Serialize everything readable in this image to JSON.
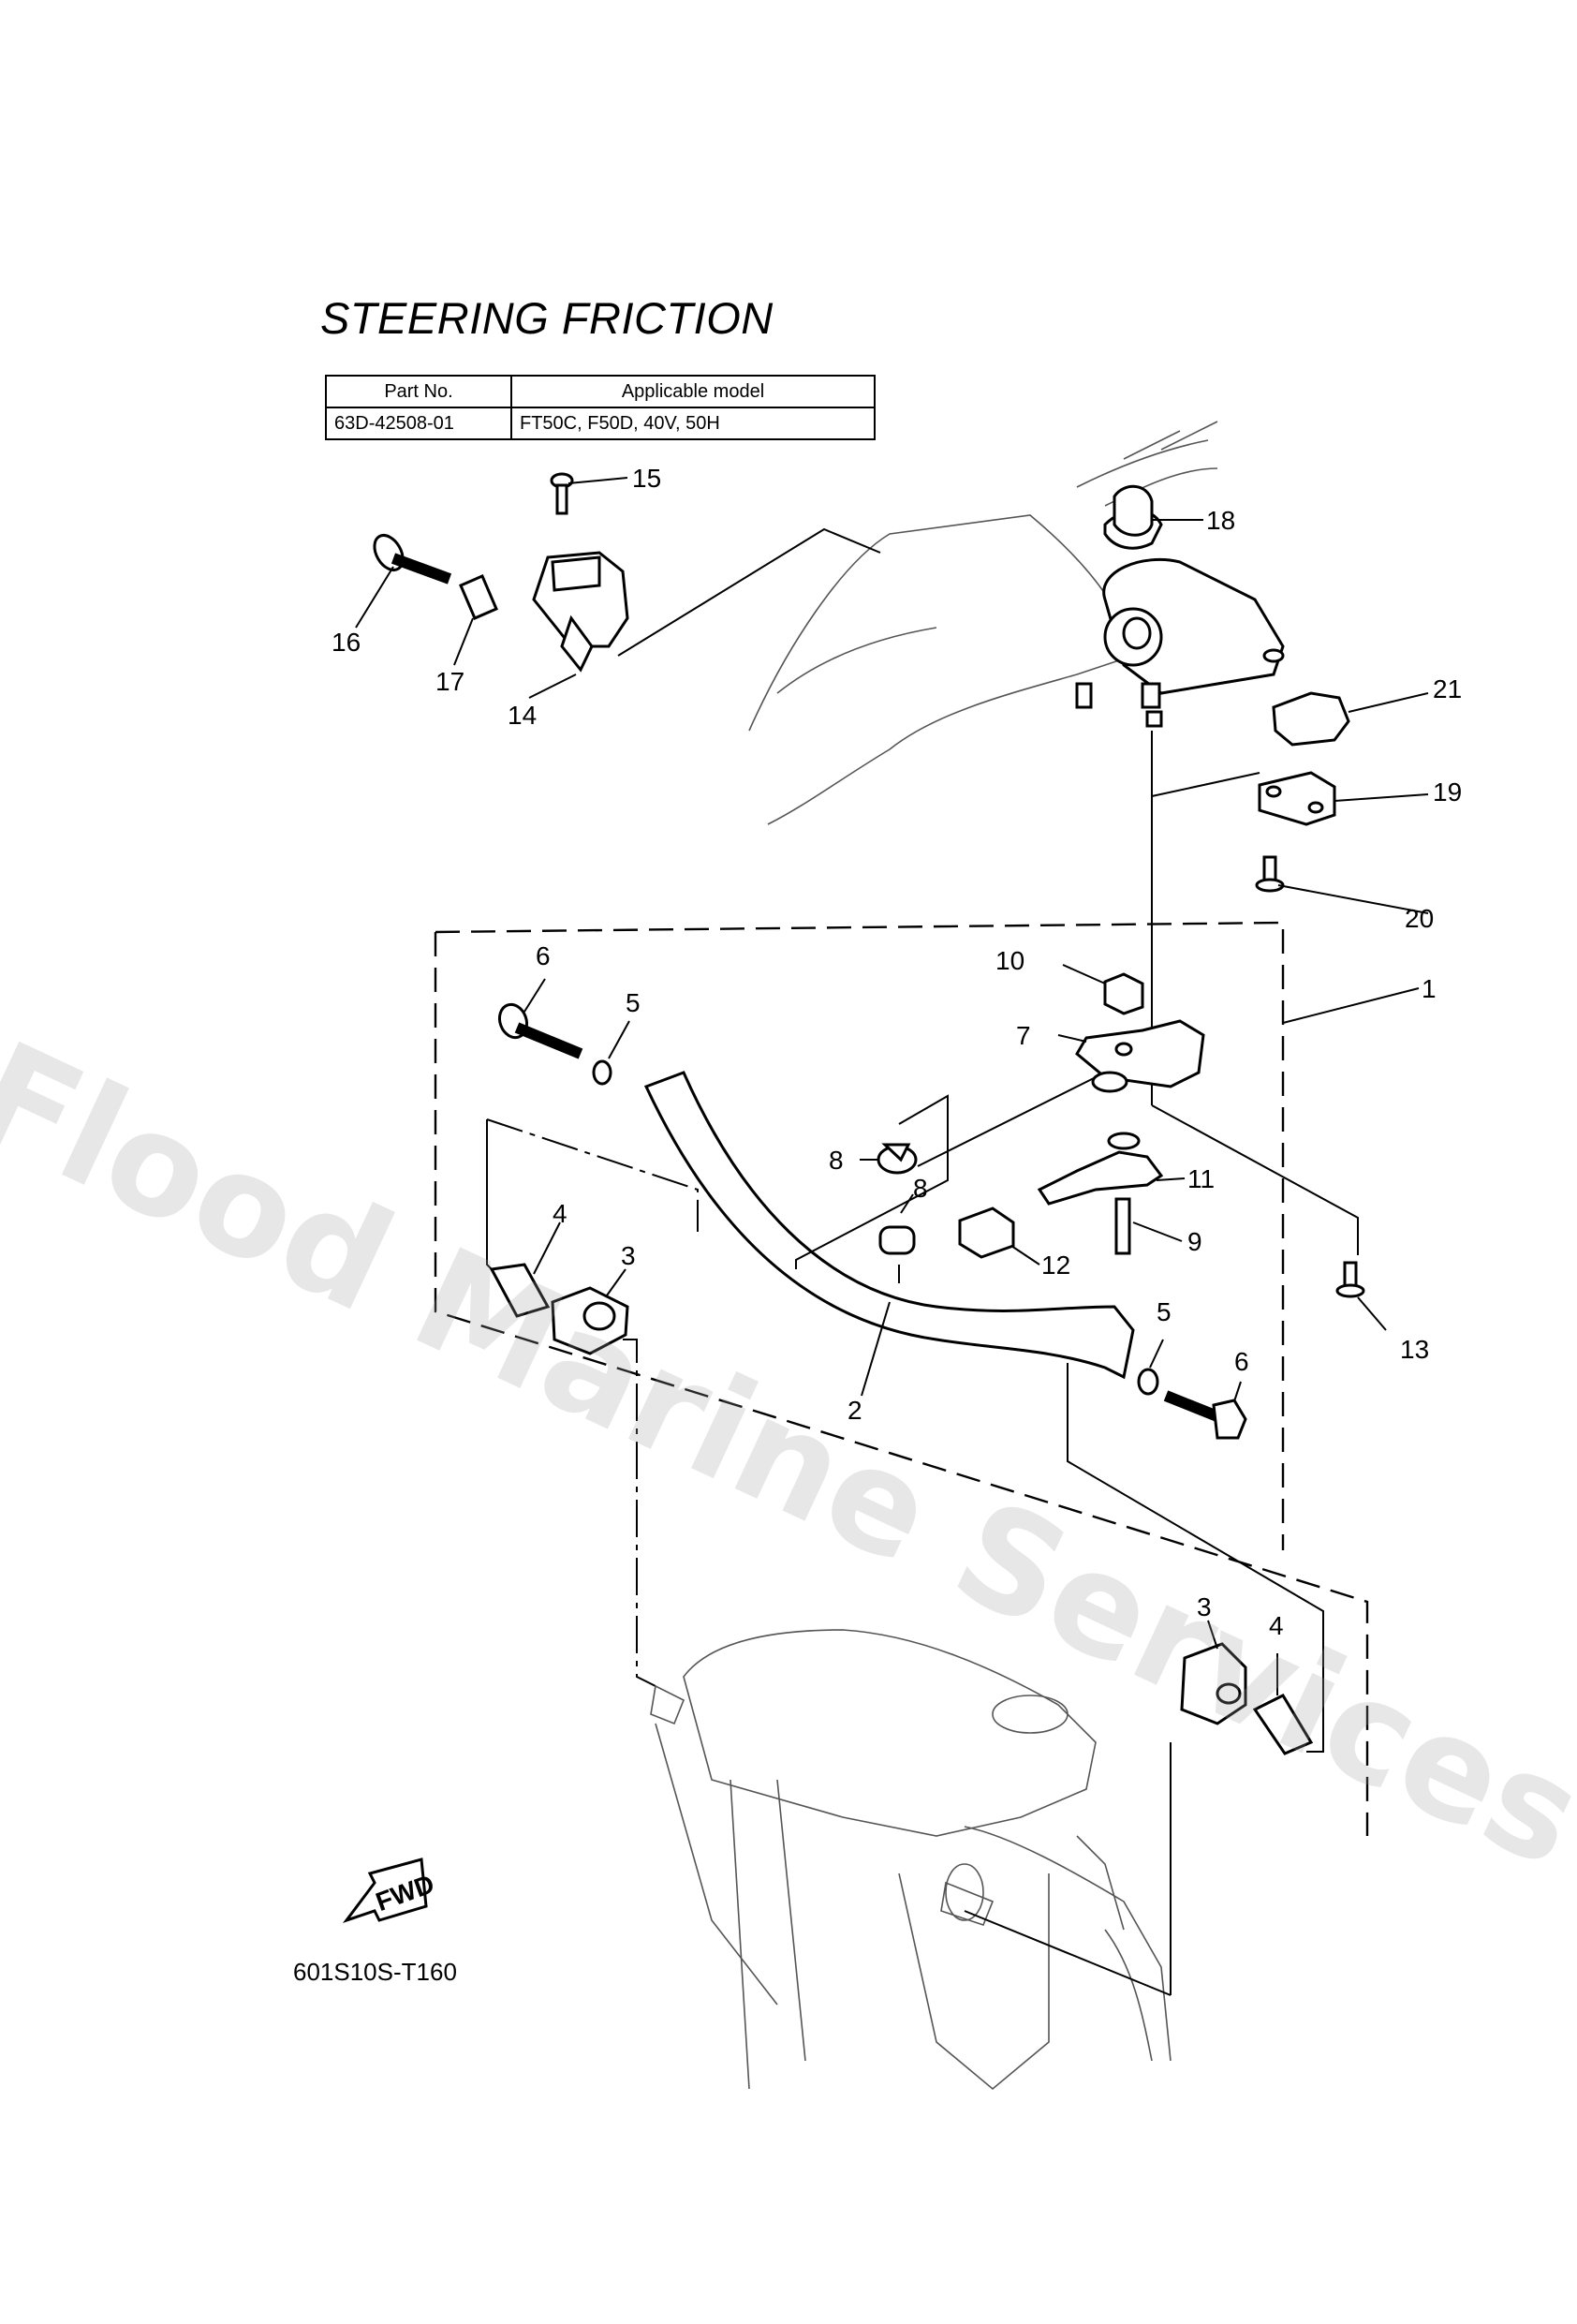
{
  "title": "STEERING FRICTION",
  "spec_table": {
    "headers": [
      "Part No.",
      "Applicable model"
    ],
    "rows": [
      [
        "63D-42508-01",
        "FT50C, F50D, 40V, 50H"
      ]
    ]
  },
  "diagram_code": "601S10S-T160",
  "fwd_label": "FWD",
  "watermark": "Flood Marine Services",
  "callouts": [
    "1",
    "2",
    "3",
    "3",
    "4",
    "4",
    "5",
    "5",
    "6",
    "6",
    "7",
    "8",
    "8",
    "9",
    "10",
    "11",
    "12",
    "13",
    "14",
    "15",
    "16",
    "17",
    "18",
    "19",
    "20",
    "21"
  ]
}
